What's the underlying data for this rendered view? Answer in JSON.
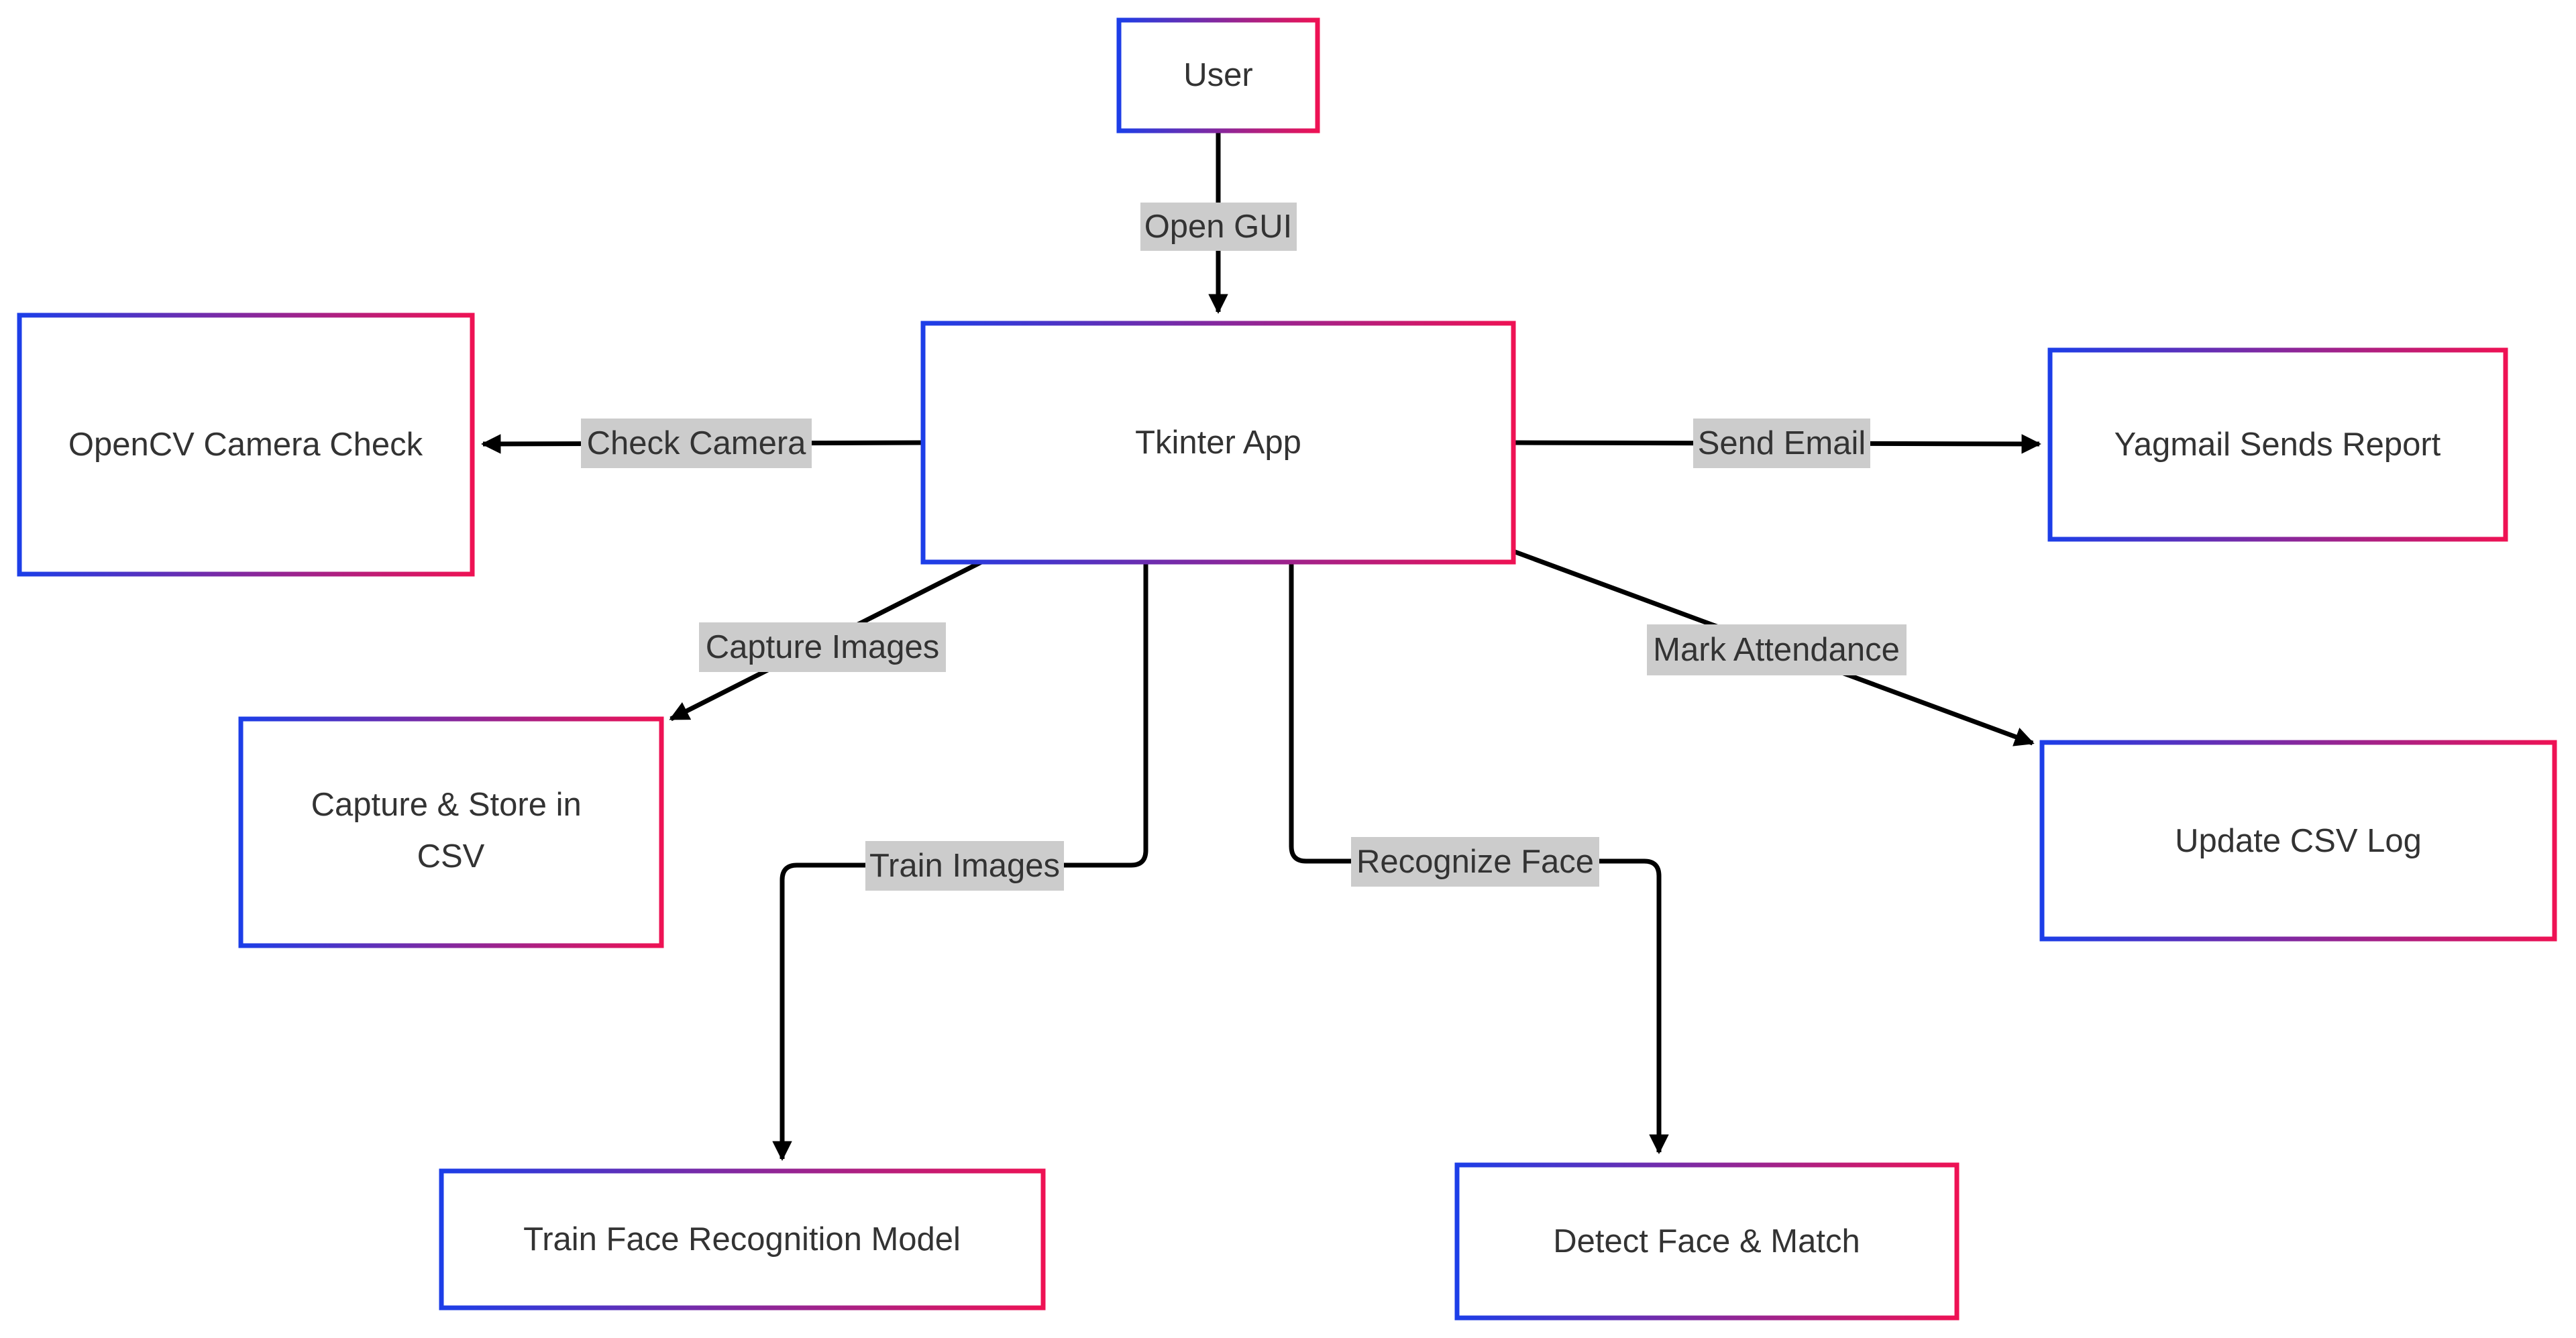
{
  "nodes": [
    {
      "id": "user",
      "label": [
        "User"
      ]
    },
    {
      "id": "tkinter",
      "label": [
        "Tkinter App"
      ]
    },
    {
      "id": "opencv",
      "label": [
        "OpenCV Camera Check"
      ]
    },
    {
      "id": "yagmail",
      "label": [
        "Yagmail Sends Report"
      ]
    },
    {
      "id": "capture",
      "label": [
        "Capture & Store in",
        "CSV"
      ]
    },
    {
      "id": "update",
      "label": [
        "Update CSV Log"
      ]
    },
    {
      "id": "train",
      "label": [
        "Train Face Recognition Model"
      ]
    },
    {
      "id": "detect",
      "label": [
        "Detect Face & Match"
      ]
    }
  ],
  "edges": [
    {
      "id": "open-gui",
      "from": "user",
      "to": "tkinter",
      "label": "Open GUI"
    },
    {
      "id": "check-camera",
      "from": "tkinter",
      "to": "opencv",
      "label": "Check Camera"
    },
    {
      "id": "send-email",
      "from": "tkinter",
      "to": "yagmail",
      "label": "Send Email"
    },
    {
      "id": "capture-images",
      "from": "tkinter",
      "to": "capture",
      "label": "Capture Images"
    },
    {
      "id": "mark-attendance",
      "from": "tkinter",
      "to": "update",
      "label": "Mark Attendance"
    },
    {
      "id": "train-images",
      "from": "tkinter",
      "to": "train",
      "label": "Train Images"
    },
    {
      "id": "recognize-face",
      "from": "tkinter",
      "to": "detect",
      "label": "Recognize Face"
    }
  ],
  "colors": {
    "node_gradient_start": "#1c3ee8",
    "node_gradient_end": "#ee1254",
    "edge": "#000000",
    "edge_label_background": "#cccccc",
    "text": "#333333"
  }
}
